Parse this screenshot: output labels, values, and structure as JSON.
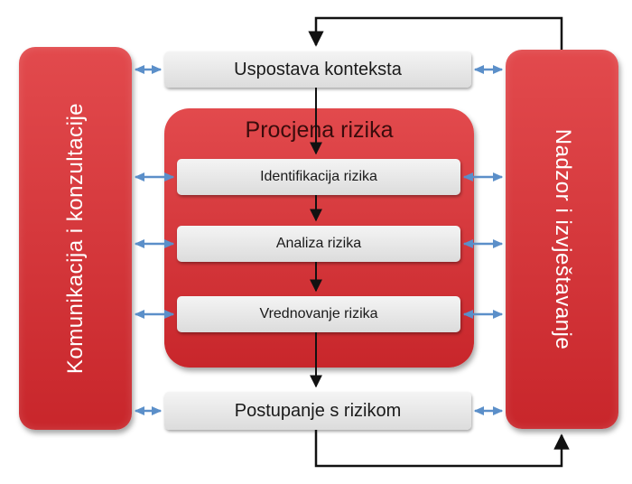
{
  "diagram": {
    "left_panel": {
      "label": "Komunikacija i konzultacije"
    },
    "right_panel": {
      "label": "Nadzor i izvještavanje"
    },
    "context_box": {
      "label": "Uspostava konteksta"
    },
    "assessment": {
      "title": "Procjena rizika",
      "steps": [
        {
          "label": "Identifikacija rizika"
        },
        {
          "label": "Analiza rizika"
        },
        {
          "label": "Vrednovanje rizika"
        }
      ]
    },
    "treatment_box": {
      "label": "Postupanje s rizikom"
    },
    "colors": {
      "panel_red": "#d7363a",
      "box_gray": "#e6e6e6",
      "connector_blue": "#5b8fc9",
      "flow_arrow": "#111111"
    }
  }
}
